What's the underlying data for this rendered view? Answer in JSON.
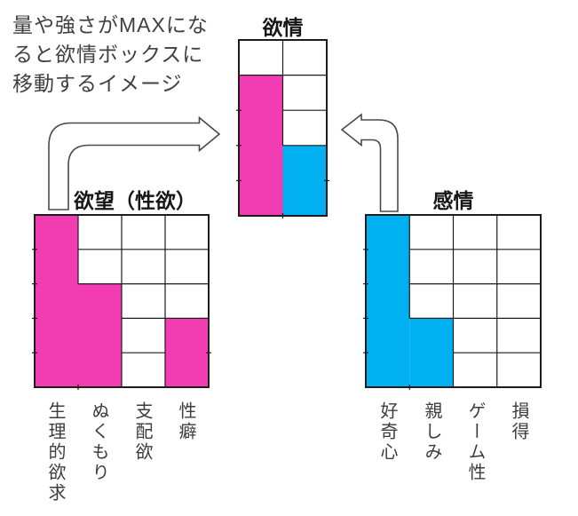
{
  "note": {
    "text": "量や強さがMAXにな\nると欲情ボックスに\n移動するイメージ"
  },
  "lust_box": {
    "title": "欲情",
    "rows": 5,
    "columns": [
      {
        "color_key": "magenta",
        "value": 4
      },
      {
        "color_key": "cyan",
        "value": 2
      }
    ]
  },
  "desire_box": {
    "title": "欲望（性欲）",
    "rows": 5,
    "color_key": "magenta",
    "columns": [
      {
        "label": "生理的欲求",
        "value": 5
      },
      {
        "label": "ぬくもり",
        "value": 3
      },
      {
        "label": "支配欲",
        "value": 0
      },
      {
        "label": "性癖",
        "value": 2
      }
    ]
  },
  "emotion_box": {
    "title": "感情",
    "rows": 5,
    "color_key": "cyan",
    "columns": [
      {
        "label": "好奇心",
        "value": 5
      },
      {
        "label": "親しみ",
        "value": 2
      },
      {
        "label": "ゲーム性",
        "value": 0
      },
      {
        "label": "損得",
        "value": 0
      }
    ]
  },
  "arrows": [
    {
      "name": "desire-to-lust",
      "direction": "right"
    },
    {
      "name": "emotion-to-lust",
      "direction": "left"
    }
  ],
  "colors": {
    "magenta": "#F23CB1",
    "cyan": "#00B0F0",
    "grid_line": "#1c1c1c",
    "arrow_outline": "#4a4a4a",
    "note_text": "#404040",
    "title_text": "#171717",
    "label_text": "#3d3d3d",
    "background": "#ffffff"
  }
}
